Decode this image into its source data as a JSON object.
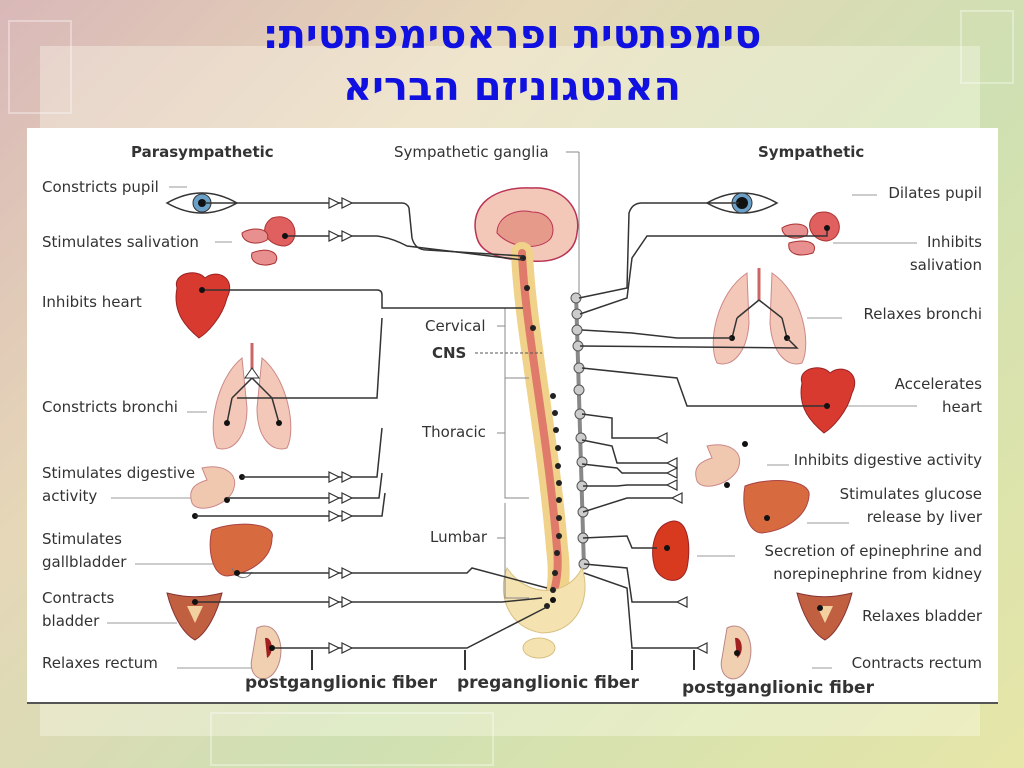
{
  "slide": {
    "title_line1": "סימפתטית ופראסימפתטית:",
    "title_line2": "האנטגוניזם הבריא"
  },
  "diagram": {
    "header_left": "Parasympathetic",
    "header_center": "Sympathetic ganglia",
    "header_right": "Sympathetic",
    "left_labels": {
      "pupil": "Constricts pupil",
      "saliva": "Stimulates salivation",
      "heart": "Inhibits heart",
      "bronchi": "Constricts bronchi",
      "digest1": "Stimulates digestive",
      "digest2": "activity",
      "gall1": "Stimulates",
      "gall2": "gallbladder",
      "bladder1": "Contracts",
      "bladder2": "bladder",
      "rectum": "Relaxes rectum"
    },
    "right_labels": {
      "pupil": "Dilates pupil",
      "saliva1": "Inhibits",
      "saliva2": "salivation",
      "bronchi": "Relaxes bronchi",
      "heart1": "Accelerates",
      "heart2": "heart",
      "digest": "Inhibits digestive activity",
      "liver1": "Stimulates glucose",
      "liver2": "release by liver",
      "kidney1": "Secretion of epinephrine and",
      "kidney2": "norepinephrine from kidney",
      "bladder": "Relaxes bladder",
      "rectum": "Contracts rectum"
    },
    "spine_labels": {
      "cervical": "Cervical",
      "cns": "CNS",
      "thoracic": "Thoracic",
      "lumbar": "Lumbar"
    },
    "footer": {
      "post_left": "postganglionic fiber",
      "pre": "preganglionic fiber",
      "post_right": "postganglionic fiber"
    }
  }
}
